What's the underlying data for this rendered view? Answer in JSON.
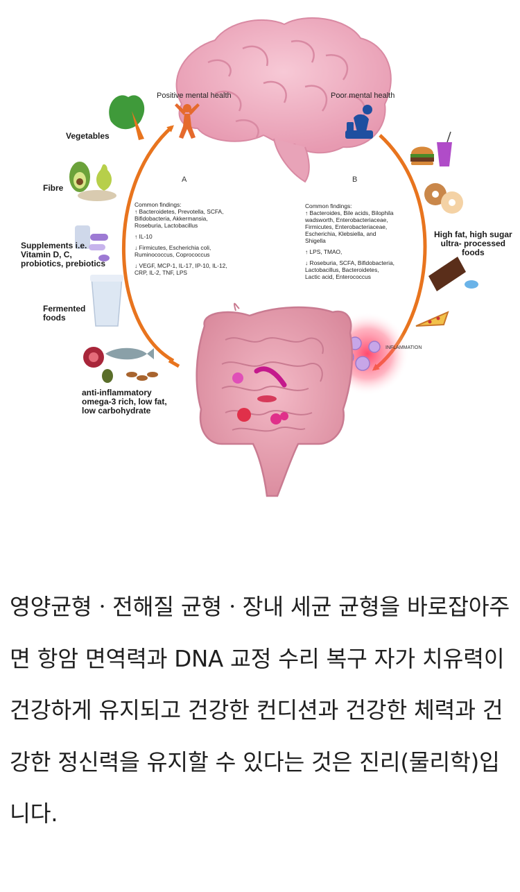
{
  "diagram": {
    "panel_a": {
      "letter": "A",
      "title": "Positive mental health",
      "common_findings_label": "Common findings:",
      "increased": "↑ Bacteroidetes, Prevotella, SCFA,\nBifidobacteria, Akkermansia,\nRoseburia, Lactobacillus",
      "increased_2": "↑ IL-10",
      "decreased": "↓ Firmicutes, Escherichia coli,\nRuminococcus, Coprococcus",
      "decreased_2": "↓ VEGF, MCP-1, IL-17, IP-10, IL-12,\nCRP, IL-2, TNF, LPS"
    },
    "panel_b": {
      "letter": "B",
      "title": "Poor mental health",
      "common_findings_label": "Common findings:",
      "increased": "↑ Bacteroides, Bile acids, Bilophila\nwadsworth, Enterobacteriaceae,\nFirmicutes, Enterobacteriaceae,\nEscherichia, Klebsiella, and\nShigella",
      "increased_2": "↑ LPS, TMAO,",
      "decreased": "↓ Roseburia, SCFA, Bifidobacteria,\nLactobacillus, Bacteroidetes,\nLactic acid, Enterococcus"
    },
    "left_labels": {
      "vegetables": "Vegetables",
      "fibre": "Fibre",
      "supplements": "Supplements i.e.\nVitamin D, C,\nprobiotics, prebiotics",
      "fermented": "Fermented\nfoods",
      "anti_inflammatory": "anti-inflammatory\nomega-3 rich, low fat,\nlow carbohydrate"
    },
    "right_labels": {
      "processed": "High fat, high sugar\nultra- processed\nfoods",
      "inflammation": "INFLAMMATION"
    },
    "icons": {
      "brain": "brain-icon",
      "gut": "intestine-icon",
      "happy_person": "happy-person-icon",
      "sad_person": "sad-person-icon",
      "vegetables": "vegetables-icon",
      "fibre": "avocado-pear-icon",
      "supplements": "pills-icon",
      "fermented": "yogurt-icon",
      "anti_inflammatory": "fish-pomegranate-icon",
      "burger": "burger-drink-icon",
      "donut": "donut-icon",
      "chocolate": "chocolate-candy-icon",
      "pizza": "pizza-icon"
    },
    "colors": {
      "arrow": "#e8741e",
      "brain": "#f2b6c8",
      "gut": "#e9a3b4",
      "happy_person": "#e56a2d",
      "sad_person": "#1f4fa0",
      "inflammation": "#ff3c5a"
    }
  },
  "body_text": "영양균형ㆍ전해질 균형ㆍ장내 세균 균형을 바로잡아주면 항암 면역력과 DNA 교정 수리 복구 자가 치유력이 건강하게 유지되고 건강한 컨디션과 건강한 체력과 건강한 정신력을 유지할 수 있다는 것은 진리(물리학)입니다."
}
